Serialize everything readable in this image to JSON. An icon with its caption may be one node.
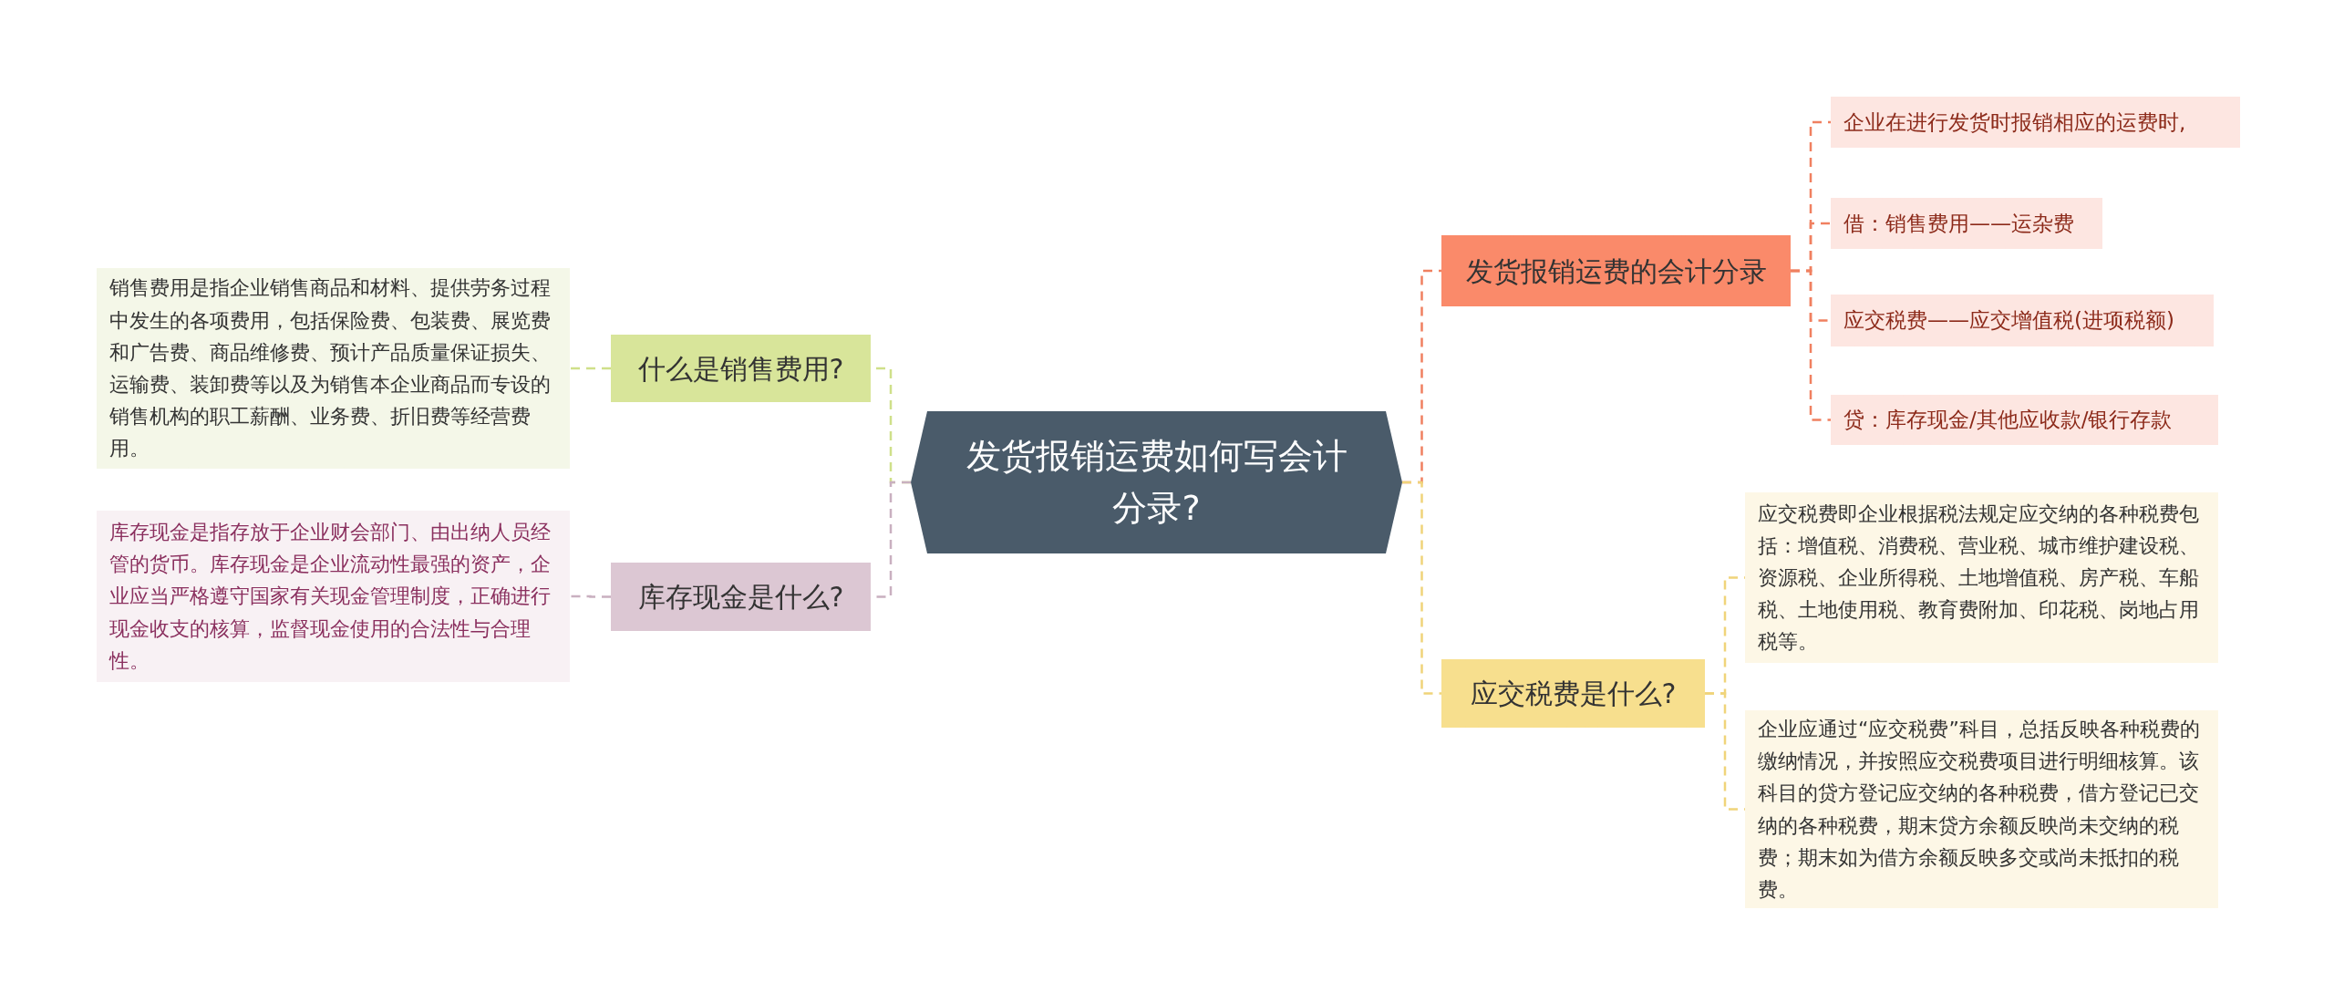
{
  "diagram": {
    "nodes": [
      {
        "text": [
          "发货报销运费如何写会计分录?"
        ]
      },
      {
        "text": [
          "发货报销运费的会计分录"
        ]
      },
      {
        "text": [
          "企业在进行发货时报销相应的运费时,"
        ]
      },
      {
        "text": [
          "借：销售费用——运杂费"
        ]
      },
      {
        "text": [
          "应交税费——应交增值税(进项税额)"
        ]
      },
      {
        "text": [
          "贷：库存现金/其他应收款/银行存款"
        ]
      },
      {
        "text": [
          "应交税费是什么?"
        ]
      },
      {
        "text": [
          "应交税费即企业根据税法规定应交纳的各种税费包括：增值税、消费税、营业税、城市维护建设税、资源税、企业所得税、土地增值税、房产税、车船税、土地使用税、教育费附加、印花税、岗地占用税等。"
        ]
      },
      {
        "text": [
          "企业应通过“应交税费”科目，总括反映各种税费的缴纳情况，并按照应交税费项目进行明细核算。该科目的贷方登记应交纳的各种税费，借方登记已交纳的各种税费，期末贷方余额反映尚未交纳的税费；期末如为借方余额反映多交或尚未抵扣的税费。"
        ]
      },
      {
        "text": [
          "什么是销售费用?"
        ]
      },
      {
        "text": [
          "销售费用是指企业销售商品和材料、提供劳务过程中发生的各项费用，包括保险费、包装费、展览费和广告费、商品维修费、预计产品质量保证损失、运输费、装卸费等以及为销售本企业商品而专设的销售机构的职工薪酬、业务费、折旧费等经营费用。"
        ]
      },
      {
        "text": [
          "库存现金是什么?"
        ]
      },
      {
        "text": [
          "库存现金是指存放于企业财会部门、由出纳人员经管的货币。库存现金是企业流动性最强的资产，企业应当严格遵守国家有关现金管理制度，正确进行现金收支的核算，监督现金使用的合法性与合理性。"
        ]
      }
    ],
    "edges": [
      {
        "from": 0,
        "to": 1,
        "arrow": "none",
        "style": "dashed",
        "color": "#f08060"
      },
      {
        "from": 1,
        "to": 2,
        "arrow": "none",
        "style": "dashed",
        "color": "#f08060"
      },
      {
        "from": 1,
        "to": 3,
        "arrow": "none",
        "style": "dashed",
        "color": "#f08060"
      },
      {
        "from": 1,
        "to": 4,
        "arrow": "none",
        "style": "dashed",
        "color": "#f08060"
      },
      {
        "from": 1,
        "to": 5,
        "arrow": "none",
        "style": "dashed",
        "color": "#f08060"
      },
      {
        "from": 0,
        "to": 6,
        "arrow": "none",
        "style": "dashed",
        "color": "#f0d47a"
      },
      {
        "from": 6,
        "to": 7,
        "arrow": "none",
        "style": "dashed",
        "color": "#f0d47a"
      },
      {
        "from": 6,
        "to": 8,
        "arrow": "none",
        "style": "dashed",
        "color": "#f0d47a"
      },
      {
        "from": 0,
        "to": 9,
        "arrow": "none",
        "style": "dashed",
        "color": "#cfe08a"
      },
      {
        "from": 9,
        "to": 10,
        "arrow": "none",
        "style": "dashed",
        "color": "#cfe08a"
      },
      {
        "from": 0,
        "to": 11,
        "arrow": "none",
        "style": "dashed",
        "color": "#c9b0c0"
      },
      {
        "from": 11,
        "to": 12,
        "arrow": "none",
        "style": "dashed",
        "color": "#c9b0c0"
      }
    ]
  }
}
